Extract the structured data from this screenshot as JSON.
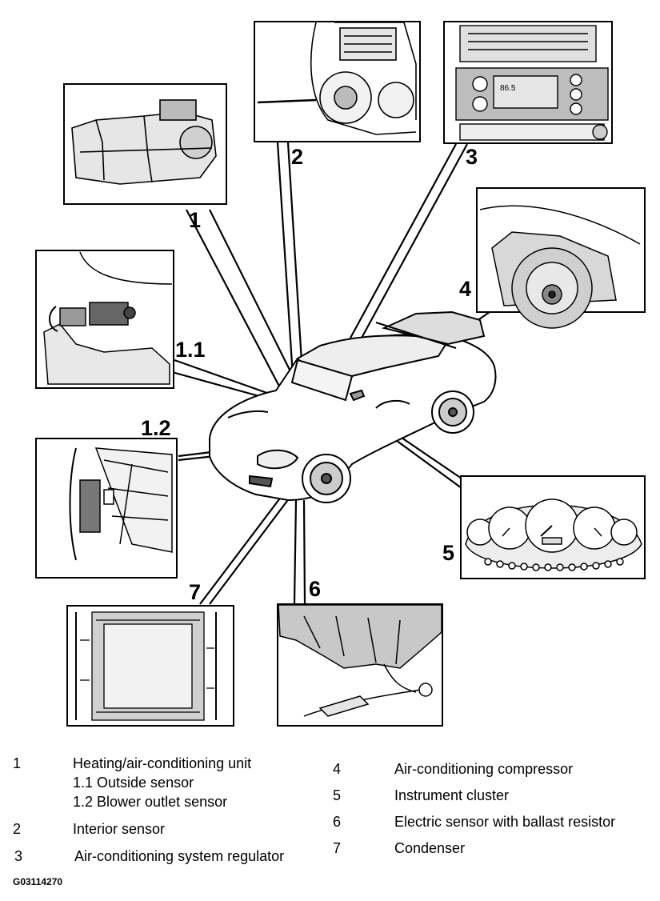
{
  "callouts": {
    "c1": "1",
    "c11": "1.1",
    "c12": "1.2",
    "c2": "2",
    "c3": "3",
    "c4": "4",
    "c5": "5",
    "c6": "6",
    "c7": "7"
  },
  "legend": {
    "item1": {
      "num": "1",
      "label": "Heating/air-conditioning unit"
    },
    "item11": {
      "label": "1.1 Outside sensor"
    },
    "item12": {
      "label": "1.2 Blower outlet sensor"
    },
    "item2": {
      "num": "2",
      "label": "Interior sensor"
    },
    "item3": {
      "num": "3",
      "label": "Air-conditioning system regulator"
    },
    "item4": {
      "num": "4",
      "label": "Air-conditioning compressor"
    },
    "item5": {
      "num": "5",
      "label": "Instrument cluster"
    },
    "item6": {
      "num": "6",
      "label": "Electric sensor with ballast resistor"
    },
    "item7": {
      "num": "7",
      "label": "Condenser"
    }
  },
  "figure_id": "G03114270"
}
